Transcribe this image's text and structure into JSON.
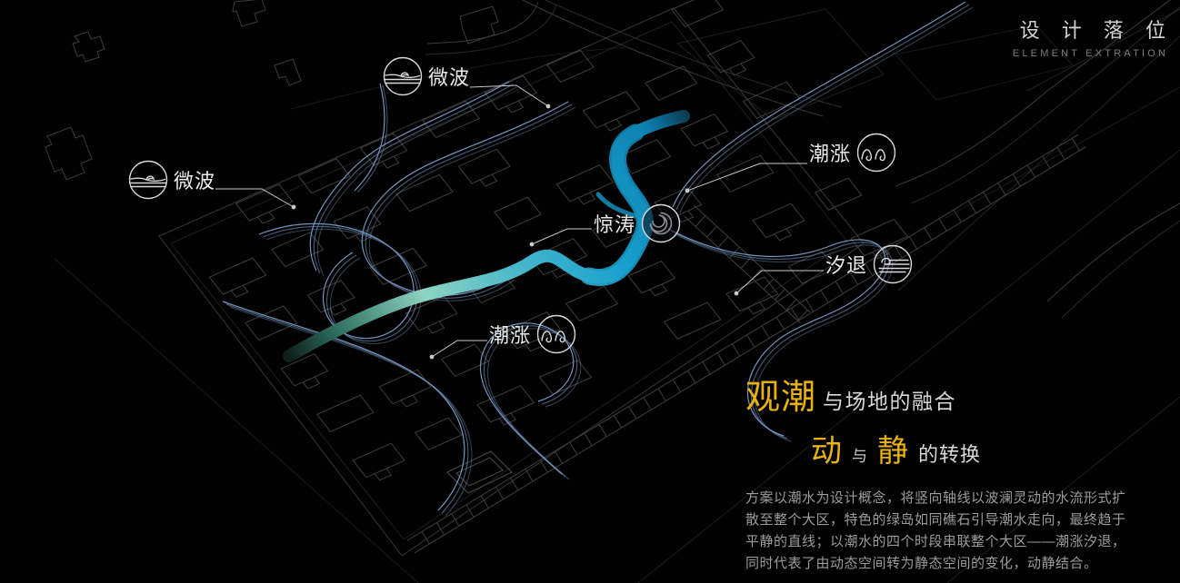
{
  "header": {
    "title_cn": "设 计 落 位",
    "title_en": "ELEMENT EXTRATION"
  },
  "labels": {
    "weibo_top": {
      "text": "微波",
      "icon": "gentle-ripple-icon"
    },
    "weibo_left": {
      "text": "微波",
      "icon": "gentle-ripple-icon"
    },
    "chaozhang_right": {
      "text": "潮涨",
      "icon": "rising-tide-icon"
    },
    "xitui": {
      "text": "汐退",
      "icon": "receding-tide-icon"
    },
    "jingtao": {
      "text": "惊涛",
      "icon": "surging-wave-swirl-icon"
    },
    "chaozhang_bottom": {
      "text": "潮涨",
      "icon": "rising-tide-icon"
    }
  },
  "caption": {
    "headline_accent": "观潮",
    "headline_rest": "与场地的融合",
    "sub_accent1": "动",
    "sub_mid": "与",
    "sub_accent2": "静",
    "sub_rest": "的转换",
    "paragraph_lines": [
      "方案以潮水为设计概念，将竖向轴线以波澜灵动的水流形式扩",
      "散至整个大区，特色的绿岛如同礁石引导潮水走向，最终趋于",
      "平静的直线；以潮水的四个时段串联整个大区——潮涨汐退，",
      "同时代表了由动态空间转为静态空间的变化，动静结合。"
    ]
  },
  "colors": {
    "accent_yellow": "#e9b110",
    "river_teal": "#8ed3c3",
    "river_blue": "#1a9bc9",
    "stream_blue": "#7495bf"
  }
}
